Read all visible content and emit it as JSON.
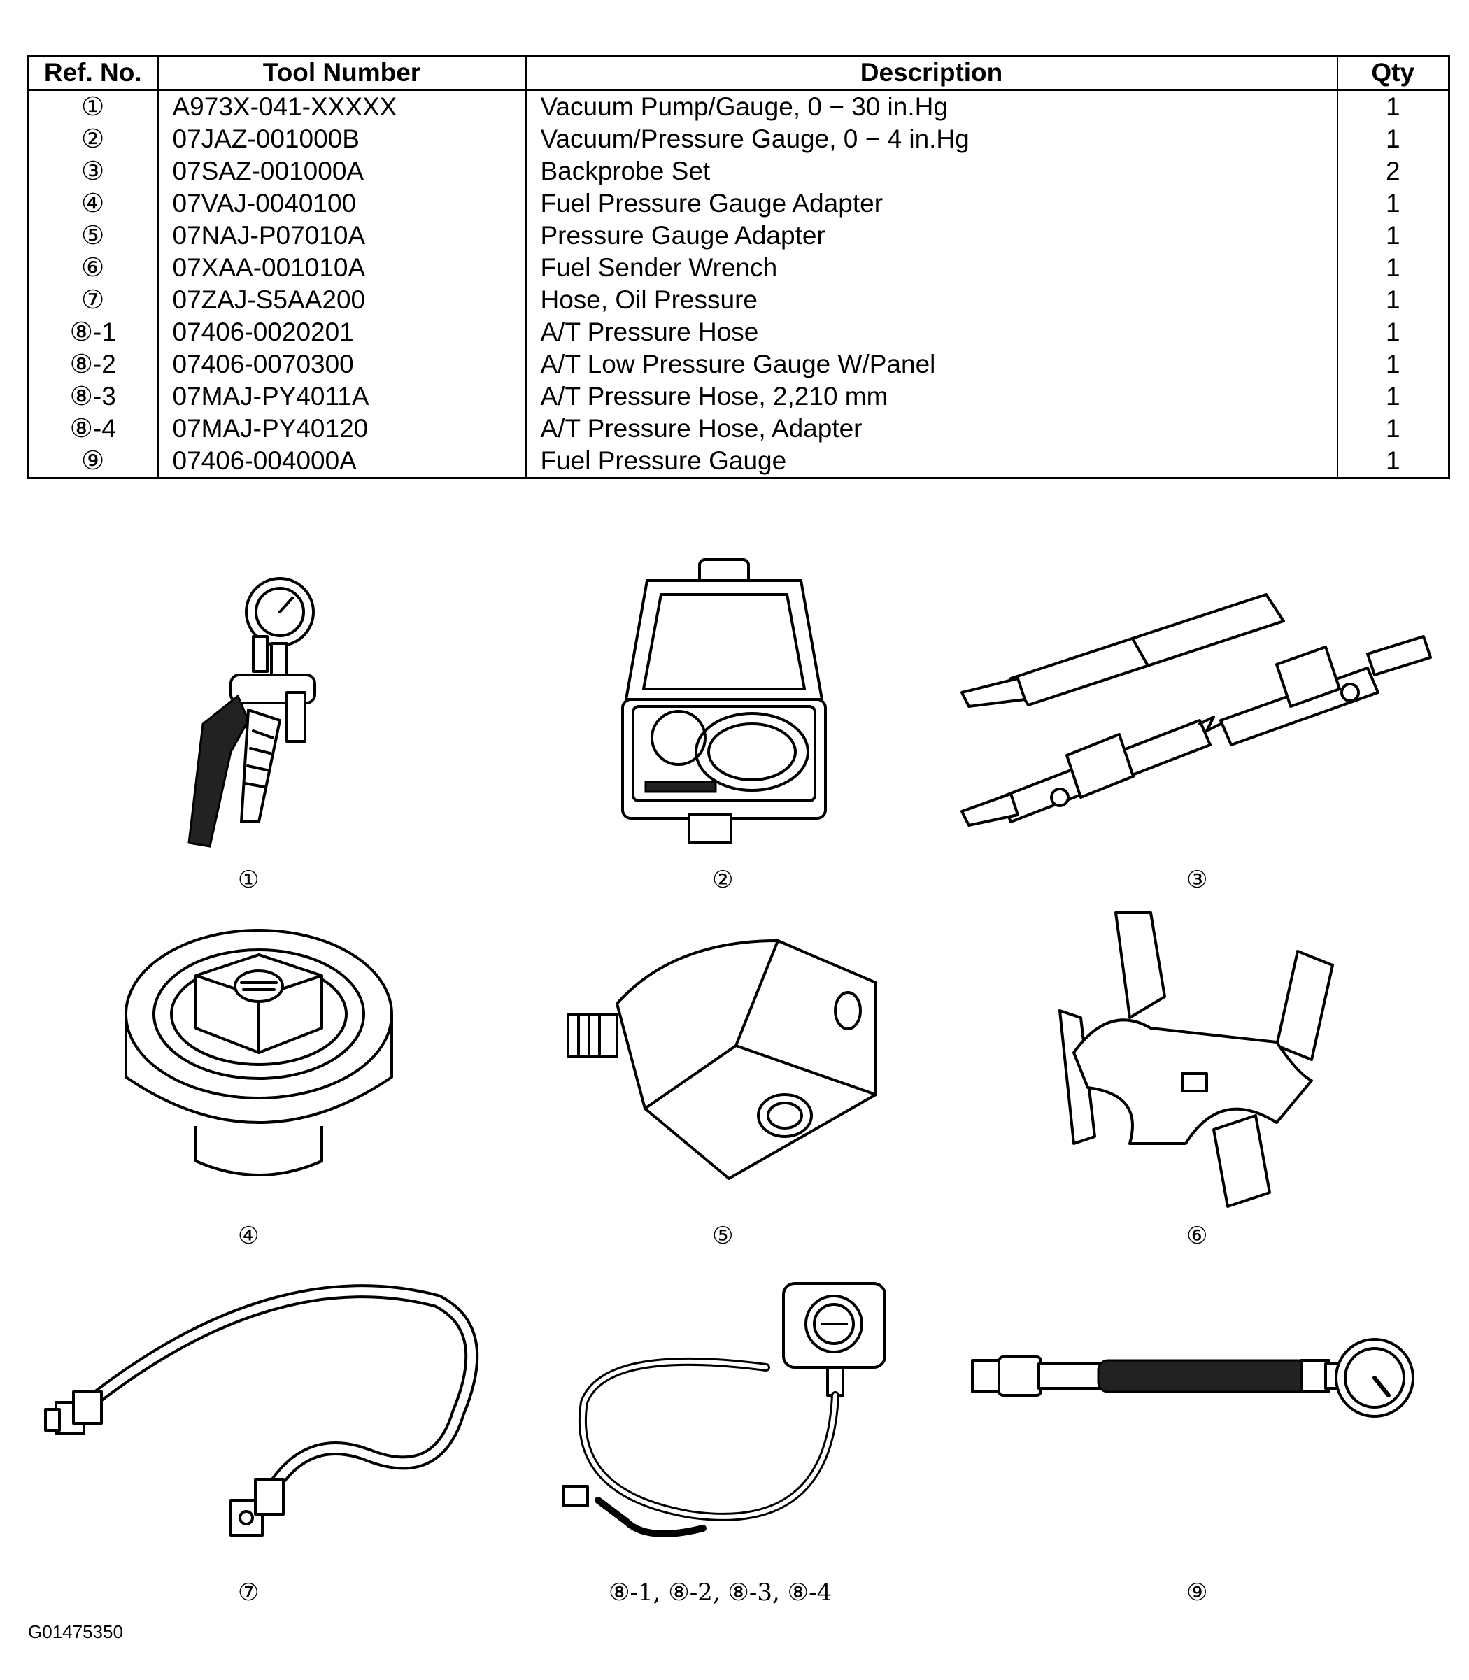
{
  "table": {
    "headers": {
      "ref": "Ref. No.",
      "tool": "Tool Number",
      "desc": "Description",
      "qty": "Qty"
    },
    "rows": [
      {
        "ref": "①",
        "tool": "A973X-041-XXXXX",
        "desc": "Vacuum Pump/Gauge, 0 − 30 in.Hg",
        "qty": "1"
      },
      {
        "ref": "②",
        "tool": "07JAZ-001000B",
        "desc": "Vacuum/Pressure Gauge, 0 − 4 in.Hg",
        "qty": "1"
      },
      {
        "ref": "③",
        "tool": "07SAZ-001000A",
        "desc": "Backprobe Set",
        "qty": "2"
      },
      {
        "ref": "④",
        "tool": "07VAJ-0040100",
        "desc": "Fuel Pressure Gauge Adapter",
        "qty": "1"
      },
      {
        "ref": "⑤",
        "tool": "07NAJ-P07010A",
        "desc": "Pressure Gauge Adapter",
        "qty": "1"
      },
      {
        "ref": "⑥",
        "tool": "07XAA-001010A",
        "desc": "Fuel Sender Wrench",
        "qty": "1"
      },
      {
        "ref": "⑦",
        "tool": "07ZAJ-S5AA200",
        "desc": "Hose, Oil Pressure",
        "qty": "1"
      },
      {
        "ref": "⑧-1",
        "tool": "07406-0020201",
        "desc": "A/T Pressure Hose",
        "qty": "1"
      },
      {
        "ref": "⑧-2",
        "tool": "07406-0070300",
        "desc": "A/T Low Pressure Gauge W/Panel",
        "qty": "1"
      },
      {
        "ref": "⑧-3",
        "tool": "07MAJ-PY4011A",
        "desc": "A/T Pressure Hose, 2,210 mm",
        "qty": "1"
      },
      {
        "ref": "⑧-4",
        "tool": "07MAJ-PY40120",
        "desc": "A/T Pressure Hose, Adapter",
        "qty": "1"
      },
      {
        "ref": "⑨",
        "tool": "07406-004000A",
        "desc": "Fuel Pressure Gauge",
        "qty": "1"
      }
    ]
  },
  "figures": {
    "captions": [
      "①",
      "②",
      "③",
      "④",
      "⑤",
      "⑥",
      "⑦",
      "⑧-1, ⑧-2, ⑧-3, ⑧-4",
      "⑨"
    ],
    "icons": [
      "vacuum-pump-gauge-icon",
      "gauge-case-icon",
      "backprobe-set-icon",
      "fuel-gauge-adapter-icon",
      "pressure-gauge-adapter-icon",
      "fuel-sender-wrench-icon",
      "oil-pressure-hose-icon",
      "at-pressure-gauge-panel-icon",
      "fuel-pressure-gauge-icon"
    ]
  },
  "figure_id": "G01475350"
}
